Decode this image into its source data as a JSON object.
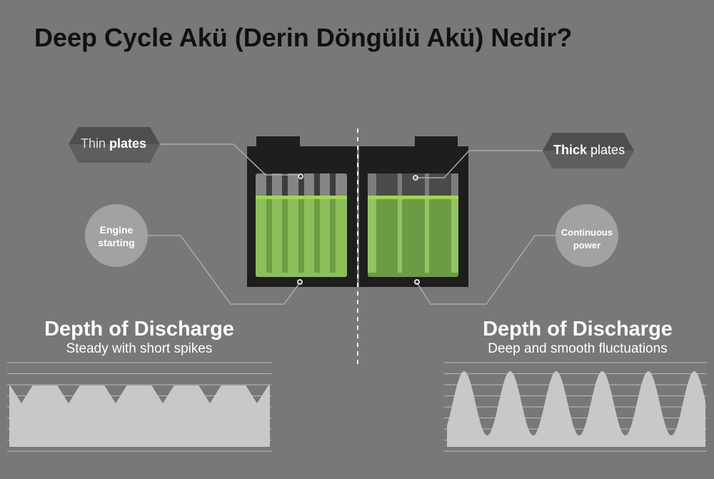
{
  "title": "Deep Cycle Akü (Derin Döngülü Akü) Nedir?",
  "left": {
    "plates_light": "Thin",
    "plates_bold": "plates",
    "use_line1": "Engine",
    "use_line2": "starting",
    "dod_title": "Depth of Discharge",
    "dod_subtitle": "Steady with short spikes",
    "waveform": "short-spikes"
  },
  "right": {
    "plates_bold": "Thick",
    "plates_light": "plates",
    "use_line1": "Continuous",
    "use_line2": "power",
    "dod_title": "Depth of Discharge",
    "dod_subtitle": "Deep and smooth fluctuations",
    "waveform": "smooth-sine"
  },
  "colors": {
    "background": "#787878",
    "battery": "#1e1e1e",
    "electrolyte": "#8cbf5a",
    "electrolyte_top": "#9fd84e",
    "wave": "#c8c8c8"
  }
}
